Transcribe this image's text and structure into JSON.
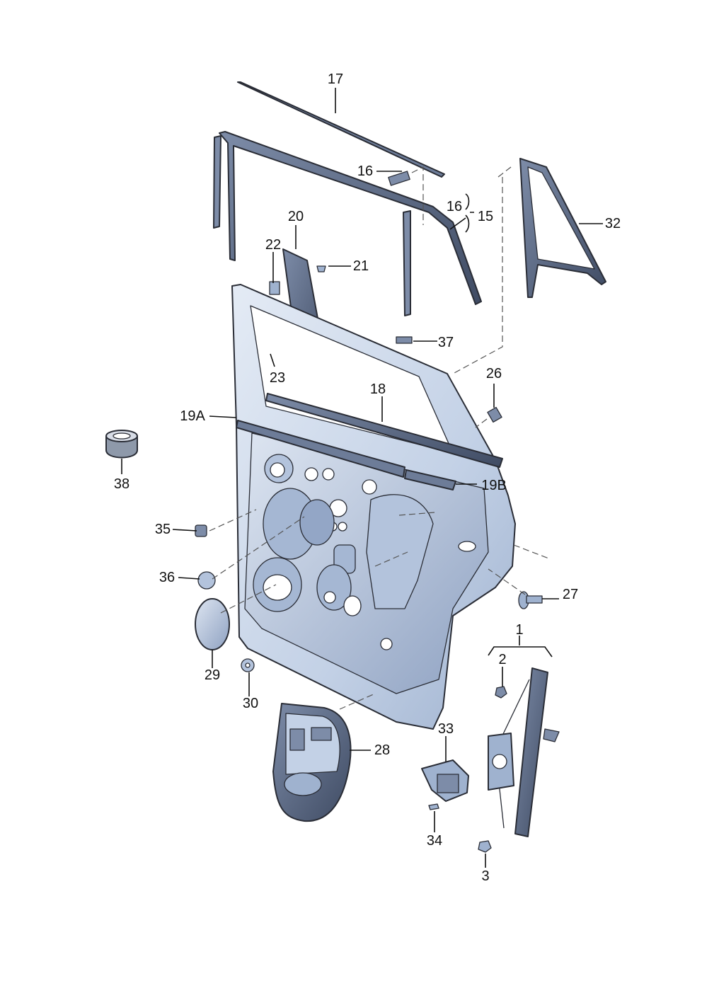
{
  "diagram": {
    "colors": {
      "part_fill": "#cdd9ea",
      "part_dark": "#5a6a86",
      "part_mid": "#9fb2cf",
      "outline": "#2a2d36",
      "label": "#111111"
    },
    "labels": {
      "p1": "1",
      "p2": "2",
      "p3": "3",
      "p15": "15",
      "p16a": "16",
      "p16b": "16",
      "p17": "17",
      "p18": "18",
      "p19A": "19A",
      "p19B": "19B",
      "p20": "20",
      "p21": "21",
      "p22": "22",
      "p23": "23",
      "p26": "26",
      "p27": "27",
      "p28": "28",
      "p29": "29",
      "p30": "30",
      "p32": "32",
      "p33": "33",
      "p34": "34",
      "p35": "35",
      "p36": "36",
      "p37": "37",
      "p38": "38"
    }
  }
}
